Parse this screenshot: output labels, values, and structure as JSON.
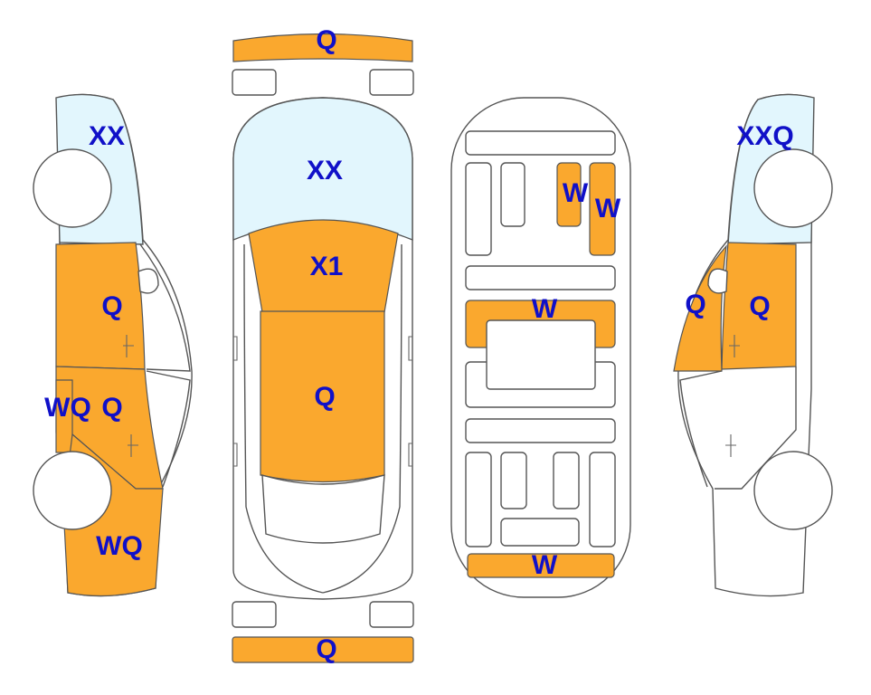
{
  "colors": {
    "damage_fill": "#FAA82E",
    "glass_fill": "#E2F6FD",
    "code_text": "#1010C8",
    "outline": "#555555"
  },
  "codes": {
    "left_view": {
      "windshield": "XX",
      "front_door": "Q",
      "rear_door": "Q",
      "rocker_panel": "WQ",
      "rear_quarter": "WQ"
    },
    "top_view": {
      "front_bumper": "Q",
      "windshield": "XX",
      "hood": "X1",
      "roof": "Q",
      "rear_bumper": "Q"
    },
    "underbody_view": {
      "floor_front_left": "W",
      "floor_front_right": "W",
      "center_crossmember": "W",
      "rear_crossmember": "W"
    },
    "right_view": {
      "windshield": "XXQ",
      "front_door": "Q",
      "rear_door": "Q"
    }
  }
}
